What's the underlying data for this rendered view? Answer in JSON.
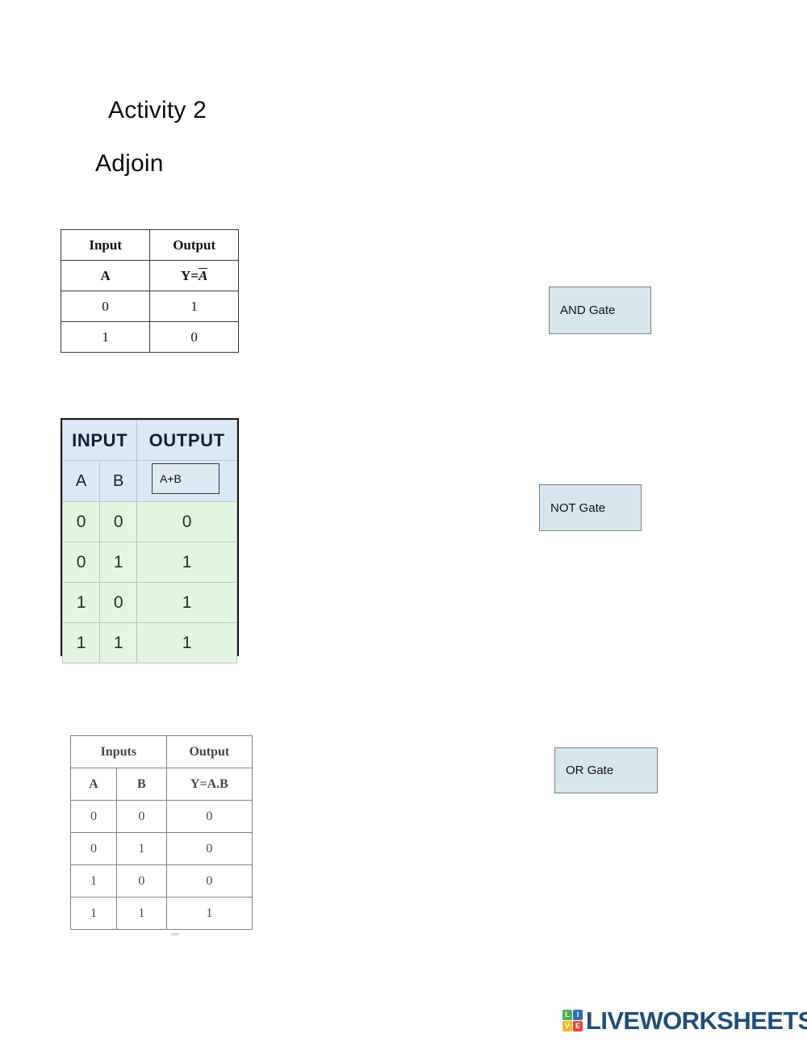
{
  "heading": {
    "title": "Activity 2",
    "subtitle": "Adjoin"
  },
  "tables": {
    "not_gate": {
      "header": [
        "Input",
        "Output"
      ],
      "subheader": [
        "A",
        "Y="
      ],
      "output_expression_base": "A",
      "rows": [
        [
          "0",
          "1"
        ],
        [
          "1",
          "0"
        ]
      ]
    },
    "or_gate": {
      "header": [
        "INPUT",
        "OUTPUT"
      ],
      "subheader": [
        "A",
        "B"
      ],
      "answer_value": "A+B",
      "rows": [
        [
          "0",
          "0",
          "0"
        ],
        [
          "0",
          "1",
          "1"
        ],
        [
          "1",
          "0",
          "1"
        ],
        [
          "1",
          "1",
          "1"
        ]
      ]
    },
    "and_gate": {
      "header": [
        "Inputs",
        "Output"
      ],
      "subheader": [
        "A",
        "B",
        "Y=A.B"
      ],
      "rows": [
        [
          "0",
          "0",
          "0"
        ],
        [
          "0",
          "1",
          "0"
        ],
        [
          "1",
          "0",
          "0"
        ],
        [
          "1",
          "1",
          "1"
        ]
      ]
    }
  },
  "gate_labels": [
    {
      "id": "and",
      "label": "AND Gate"
    },
    {
      "id": "not",
      "label": "NOT Gate"
    },
    {
      "id": "or",
      "label": "OR Gate"
    }
  ],
  "footer": {
    "logo_letters": [
      "L",
      "I",
      "V",
      "E"
    ],
    "wordmark": "LIVEWORKSHEETS"
  },
  "colors": {
    "table_header_blue": "#dbe8f7",
    "table_data_green": "#e3f7e0",
    "gate_box_fill": "#d6e6ed",
    "gate_box_border": "#808080",
    "logo_navy": "#1f4e79",
    "logo_green": "#4caf50",
    "logo_blue": "#2d6fb5",
    "logo_yellow": "#f5b921",
    "logo_red": "#e2443b"
  }
}
